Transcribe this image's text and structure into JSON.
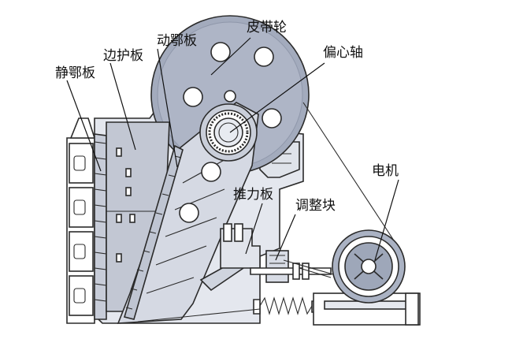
{
  "labels": {
    "static_jaw": "静鄂板",
    "side_guard": "边护板",
    "moving_jaw": "动鄂板",
    "pulley": "皮带轮",
    "eccentric_shaft": "偏心轴",
    "toggle_plate": "推力板",
    "adjusting_block": "调整块",
    "motor": "电机"
  },
  "colors": {
    "frame": "#dfe3ec",
    "plate_light": "#cdd2de",
    "plate_mid": "#b5bbc9",
    "pulley": "#9aa3b5",
    "outline": "#2b2b2b"
  }
}
